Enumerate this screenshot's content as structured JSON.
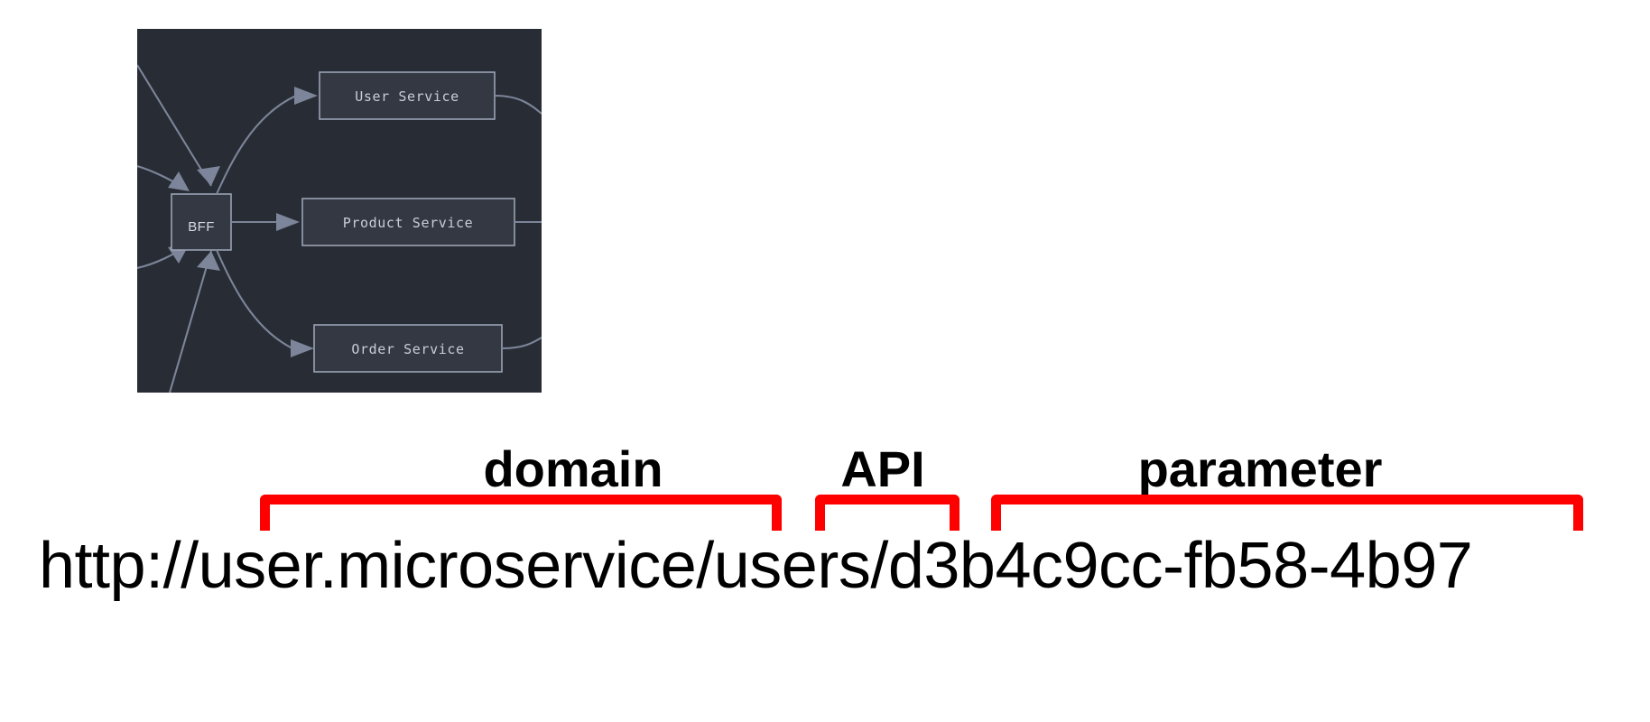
{
  "colors": {
    "page_background": "#ffffff",
    "diagram_background": "#282c34",
    "node_fill": "#333842",
    "node_stroke": "#9aa3b5",
    "node_text": "#c8cdd6",
    "edge": "#7c8599",
    "brace_red": "#ff0000",
    "label_black": "#000000"
  },
  "diagram": {
    "name": "bff-microservices-diagram",
    "hub": {
      "label": "BFF"
    },
    "services": [
      {
        "label": "User Service"
      },
      {
        "label": "Product Service"
      },
      {
        "label": "Order Service"
      }
    ]
  },
  "url_annotation": {
    "url_text": "http://user.microservice/users/d3b4c9cc-fb58-4b97",
    "segments": [
      {
        "id": "domain",
        "label": "domain",
        "value": "user.microservice"
      },
      {
        "id": "api",
        "label": "API",
        "value": "users"
      },
      {
        "id": "parameter",
        "label": "parameter",
        "value": "d3b4c9cc-fb58-4b97"
      }
    ]
  }
}
